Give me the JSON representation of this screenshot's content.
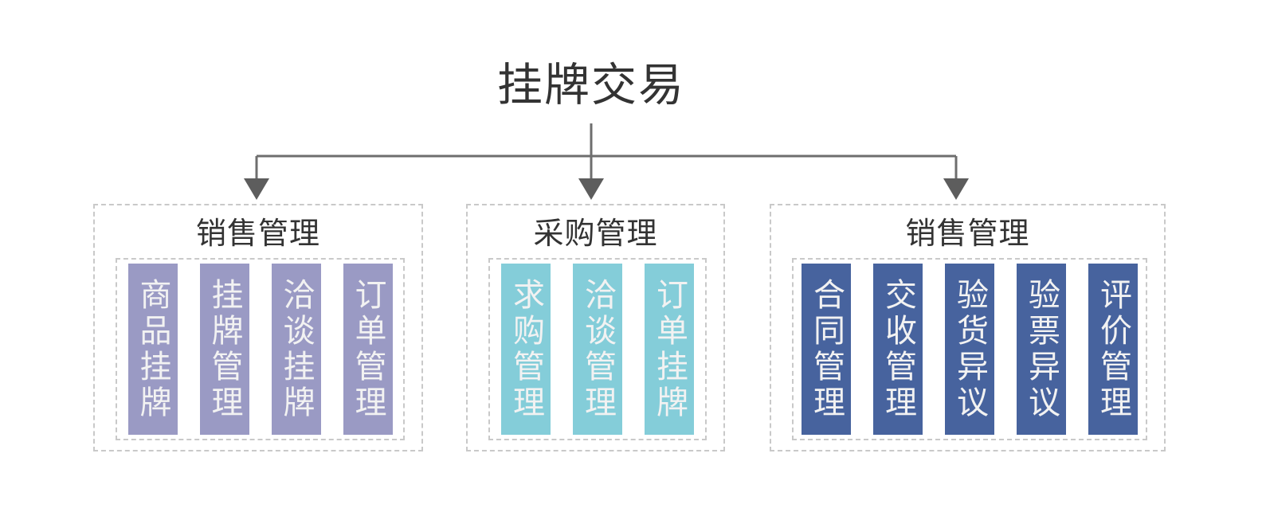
{
  "diagram": {
    "root": {
      "title": "挂牌交易"
    },
    "connector": {
      "line_color": "#6e6e6e",
      "style": "orthogonal-down-arrows",
      "arrow_count": 3
    },
    "groups": [
      {
        "title": "销售管理",
        "accent_color": "#9a9ac4",
        "items": [
          {
            "label": "商品挂牌"
          },
          {
            "label": "挂牌管理"
          },
          {
            "label": "洽谈挂牌"
          },
          {
            "label": "订单管理"
          }
        ]
      },
      {
        "title": "采购管理",
        "accent_color": "#84cdd9",
        "items": [
          {
            "label": "求购管理"
          },
          {
            "label": "洽谈管理"
          },
          {
            "label": "订单挂牌"
          }
        ]
      },
      {
        "title": "销售管理",
        "accent_color": "#47639e",
        "items": [
          {
            "label": "合同管理"
          },
          {
            "label": "交收管理"
          },
          {
            "label": "验货异议"
          },
          {
            "label": "验票异议"
          },
          {
            "label": "评价管理"
          }
        ]
      }
    ]
  }
}
